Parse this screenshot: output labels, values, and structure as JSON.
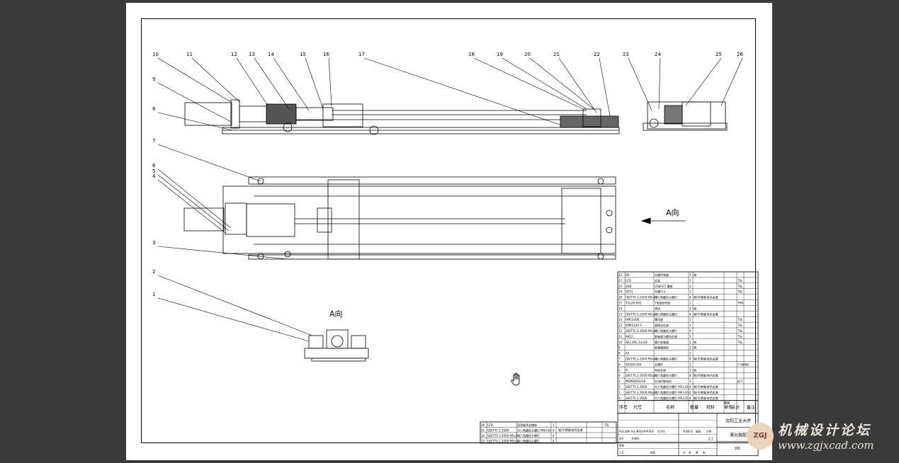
{
  "view_label": "A向",
  "balloons": [
    "1",
    "2",
    "3",
    "4",
    "5",
    "6",
    "7",
    "8",
    "9",
    "10",
    "11",
    "12",
    "13",
    "14",
    "15",
    "16",
    "17",
    "18",
    "19",
    "20",
    "21",
    "22",
    "23",
    "24",
    "25",
    "26"
  ],
  "bom": {
    "headers": [
      "序号",
      "代号",
      "名称",
      "数量",
      "材料",
      "单件",
      "总计",
      "备注"
    ],
    "headers_sub": [
      "重量"
    ],
    "rows": [
      [
        "22",
        "D6",
        "光栅传感器",
        "1",
        "钢",
        "",
        ""
      ],
      [
        "21",
        "LFD",
        "支架",
        "1",
        "",
        "",
        "TSL"
      ],
      [
        "20",
        "GS8",
        "GS8尺尺 撬板",
        "1",
        "",
        "",
        "TSL"
      ],
      [
        "19",
        "QFS1",
        "光栅尺寸",
        "1",
        "",
        "",
        "TSL"
      ],
      [
        "18",
        "GB/T70.1-2000 M5x16",
        "内六角圆柱头螺钉",
        "4",
        "钢/不锈钢/有色金属",
        "",
        ""
      ],
      [
        "17",
        "TGL28 W/O",
        "T型直线导轨",
        "1",
        "",
        "",
        "THK"
      ],
      [
        "16",
        "",
        "滑块",
        "1",
        "钢",
        "",
        ""
      ],
      [
        "15",
        "GB/T70.1-2000 M5x20",
        "内六角圆柱头螺钉",
        "4",
        "钢/不锈钢/有色金属",
        "",
        ""
      ],
      [
        "14",
        "HMC1400",
        "螺母座",
        "1",
        "",
        "",
        "TSL"
      ],
      [
        "13",
        "SMK1220-3",
        "滚珠丝杠副",
        "1",
        "",
        "",
        "TSL"
      ],
      [
        "12",
        "GB/T70.1-2000 M5x30",
        "内六角圆柱头螺钉",
        "4",
        "",
        "",
        "TSL"
      ],
      [
        "11",
        "BK12",
        "联轴器与螺母支座",
        "1",
        "",
        "",
        "TSL"
      ],
      [
        "10",
        "SE1-40C-14x18",
        "膜片联轴器",
        "1",
        "钢",
        "",
        "TSL"
      ],
      [
        "9",
        "",
        "联轴器座板",
        "1",
        "钢",
        "",
        ""
      ],
      [
        "8",
        "AS",
        "",
        "1",
        "",
        "",
        ""
      ],
      [
        "7",
        "GB/T70.1-2000 M5x16",
        "内六角圆柱头螺钉",
        "4",
        "钢/不锈钢/有色金属",
        "",
        ""
      ],
      [
        "6",
        "SA100-028",
        "支撑件",
        "1",
        "",
        "",
        "广州研创"
      ],
      [
        "5",
        "FI",
        "电机支座",
        "1",
        "钢",
        "",
        ""
      ],
      [
        "4",
        "GB/T70.1-2000 M5x20",
        "内六角圆柱头螺钉",
        "4",
        "钢/不锈钢/有色金属",
        "",
        ""
      ],
      [
        "3",
        "MSMD042G1S",
        "交流伺服电机",
        "1",
        "",
        "",
        "松下"
      ],
      [
        "2",
        "GB/T70.1-2000",
        "内六角圆柱头螺钉 M5×16",
        "4",
        "钢/不锈钢/有色金属",
        "",
        ""
      ],
      [
        "1",
        "GB/T70.1-2000 M6x20",
        "内六角圆柱头螺钉 M6×20",
        "4",
        "钢/不锈钢/有色金属",
        "",
        ""
      ],
      [
        "0",
        "GB/T70.1-2000",
        "内六角圆柱头螺钉 M5×35",
        "4",
        "钢/不锈钢/有色金属",
        "",
        ""
      ]
    ],
    "left_rows": [
      [
        "26",
        "LFD",
        "直线轴承支撑座",
        "1"
      ],
      [
        "25",
        "GB/T70.1-2000",
        "内六角圆柱头螺钉 M4×16",
        "4"
      ],
      [
        "24",
        "GB/T70.1-2000 M5x20",
        "内六角圆柱头螺钉",
        "4"
      ],
      [
        "23",
        "GB/T70.1-2000 M5x16",
        "内六角圆柱头螺钉",
        "4"
      ]
    ],
    "left_material": "钢/不锈钢/有色金属",
    "left_note": "TSL"
  },
  "title_block": {
    "school": "沈阳工业大学",
    "drawing_title": "滑台装配图",
    "drawing_no": "00",
    "scale": "1:1",
    "labels": [
      "标记",
      "处数",
      "分区",
      "更改文件号",
      "签名",
      "年月日",
      "设计",
      "标准化",
      "阶段标记",
      "重量",
      "比例",
      "审核",
      "工艺",
      "批准",
      "共",
      "张",
      "第",
      "张"
    ]
  },
  "watermark": {
    "logo": "ZGJ",
    "cn": "机械设计论坛",
    "url": "www.zgjxcad.com"
  },
  "colors": {
    "background": "#3a3a3a",
    "sheet": "#ffffff",
    "ink": "#000000",
    "watermark": "#e9e2d8"
  },
  "cursor_icon": "hand-icon"
}
